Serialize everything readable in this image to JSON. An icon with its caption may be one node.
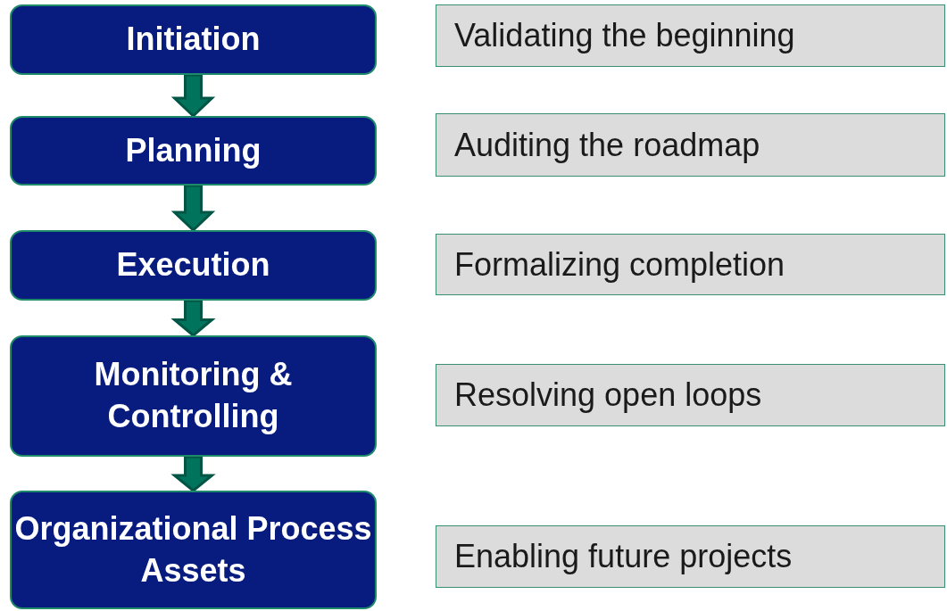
{
  "diagram": {
    "nodes": [
      {
        "text": [
          "Initiation"
        ]
      },
      {
        "text": [
          "Validating the beginning"
        ]
      },
      {
        "text": [
          "Planning"
        ]
      },
      {
        "text": [
          "Auditing the roadmap"
        ]
      },
      {
        "text": [
          "Execution"
        ]
      },
      {
        "text": [
          "Formalizing completion"
        ]
      },
      {
        "text": [
          "Monitoring & Controlling"
        ]
      },
      {
        "text": [
          "Resolving open loops"
        ]
      },
      {
        "text": [
          "Organizational Process Assets"
        ]
      },
      {
        "text": [
          "Enabling future projects"
        ]
      }
    ],
    "edges": [
      {
        "from": 0,
        "to": 2,
        "arrow": "to"
      },
      {
        "from": 2,
        "to": 4,
        "arrow": "to"
      },
      {
        "from": 4,
        "to": 6,
        "arrow": "to"
      },
      {
        "from": 6,
        "to": 8,
        "arrow": "to"
      }
    ]
  }
}
